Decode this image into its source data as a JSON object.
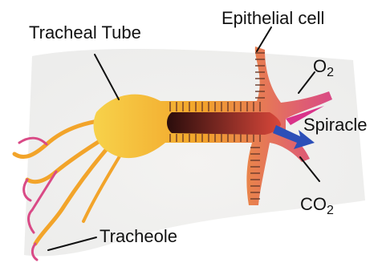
{
  "labels": {
    "tracheal_tube": "Tracheal Tube",
    "epithelial_cell": "Epithelial cell",
    "oxygen_main": "O",
    "oxygen_sub": "2",
    "spiracle": "Spiracle",
    "co2_main": "CO",
    "co2_sub": "2",
    "tracheole": "Tracheole"
  },
  "colors": {
    "paper": "#ededec",
    "tissue_orange": "#f2a42a",
    "tissue_yellow": "#f7d24a",
    "tissue_red": "#d9473a",
    "tissue_magenta": "#d94a86",
    "lumen_dark": "#2a0d0c",
    "ring_lines": "#6b3a2a",
    "oxygen_arrow": "#d9338a",
    "co2_arrow": "#2c4fb8",
    "leader_lines": "#111111"
  }
}
